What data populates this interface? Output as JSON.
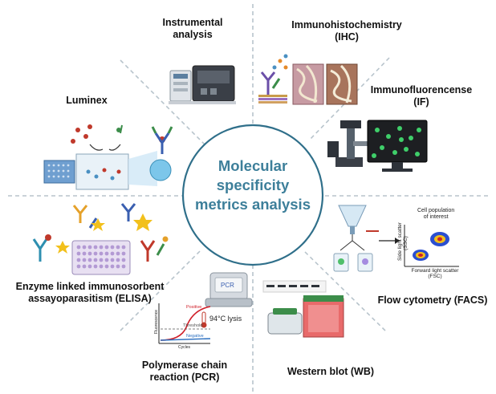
{
  "center": {
    "line1": "Molecular",
    "line2": "specificity",
    "line3": "metrics analysis"
  },
  "sections": {
    "instrumental": {
      "line1": "Instrumental",
      "line2": "analysis"
    },
    "ihc": {
      "line1": "Immunohistochemistry",
      "line2": "(IHC)"
    },
    "luminex": {
      "line1": "Luminex"
    },
    "if": {
      "line1": "Immunofluorencense",
      "line2": "(IF)"
    },
    "elisa": {
      "line1": "Enzyme linked immunosorbent",
      "line2": "assayoparasitism (ELISA)"
    },
    "facs": {
      "line1": "Flow cytometry (FACS)"
    },
    "pcr": {
      "line1": "Polymerase chain",
      "line2": "reaction (PCR)"
    },
    "wb": {
      "line1": "Western blot (WB)"
    }
  },
  "facs_plot": {
    "annotation_line1": "Cell population",
    "annotation_line2": "of interest",
    "y_label": "Side light scatter",
    "y_abbr": "(SSC)",
    "x_label": "Forward light scatter",
    "x_abbr": "(FSC)"
  },
  "pcr_plot": {
    "positive": "Positive",
    "threshold": "Threshold",
    "negative": "Negative",
    "y_label": "Fluorescence",
    "x_label": "Cycles",
    "device_label": "PCR",
    "lysis": "94°C lysis"
  },
  "colors": {
    "accent": "#3d7f9a",
    "circle": "#2f6f8a",
    "divider": "#b8c4cc"
  }
}
